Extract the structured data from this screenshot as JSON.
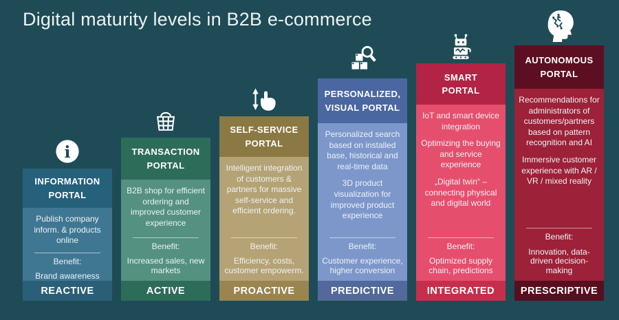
{
  "header": {
    "title": "Digital maturity levels in B2B e-commerce"
  },
  "benefit_label": "Benefit:",
  "background_color": "#1e4b56",
  "columns": [
    {
      "id": "information-portal",
      "icon": "info-icon",
      "title": "INFORMATION\nPORTAL",
      "paragraphs": [
        "Publish company inform. & products online"
      ],
      "benefit": "Brand awareness",
      "level": "REACTIVE",
      "colors": {
        "title_bg": "#26617c",
        "body_bg": "#3f7793",
        "level_bg": "#2b5f78"
      }
    },
    {
      "id": "transaction-portal",
      "icon": "shopping-basket-icon",
      "title": "TRANSACTION\nPORTAL",
      "paragraphs": [
        "B2B shop for efficient ordering and improved customer experience"
      ],
      "benefit": "Increased sales, new markets",
      "level": "ACTIVE",
      "colors": {
        "title_bg": "#2e6c5a",
        "body_bg": "#549180",
        "level_bg": "#2e6c5a"
      }
    },
    {
      "id": "self-service-portal",
      "icon": "swipe-hand-icon",
      "title": "SELF-SERVICE\nPORTAL",
      "paragraphs": [
        "Intelligent integration of customers & partners for massive self-service and efficient ordering."
      ],
      "benefit": "Efficiency, costs, customer empowerm.",
      "level": "PROACTIVE",
      "colors": {
        "title_bg": "#8b7944",
        "body_bg": "#b5a375",
        "level_bg": "#9a8450"
      }
    },
    {
      "id": "personalized-visual-portal",
      "icon": "product-search-icon",
      "title": "PERSONALIZED,\nVISUAL PORTAL",
      "paragraphs": [
        "Personalized search based on installed base, historical and real-time data",
        "3D product visualization for improved product experience"
      ],
      "benefit": "Customer experience, higher conversion",
      "level": "PREDICTIVE",
      "colors": {
        "title_bg": "#4a67a1",
        "body_bg": "#7d97cb",
        "level_bg": "#53699b"
      }
    },
    {
      "id": "smart-portal",
      "icon": "robot-icon",
      "title": "SMART\nPORTAL",
      "paragraphs": [
        "IoT and smart device integration",
        "Optimizing the buying and service experience",
        "„Digital twin“ – connecting physical and digital world"
      ],
      "benefit": "Optimized supply chain, predictions",
      "level": "INTEGRATED",
      "colors": {
        "title_bg": "#b32345",
        "body_bg": "#e64e6d",
        "level_bg": "#c62f4b"
      }
    },
    {
      "id": "autonomous-portal",
      "icon": "ai-head-icon",
      "title": "AUTONOMOUS\nPORTAL",
      "paragraphs": [
        "Recommendations for administrators of customers/partners based on pattern recognition and AI",
        "Immersive customer experience with AR / VR / mixed reality"
      ],
      "benefit": "Innovation, data-driven decision-making",
      "level": "PRESCRIPTIVE",
      "colors": {
        "title_bg": "#5d0f22",
        "body_bg": "#9d2138",
        "level_bg": "#570e1f"
      }
    }
  ]
}
